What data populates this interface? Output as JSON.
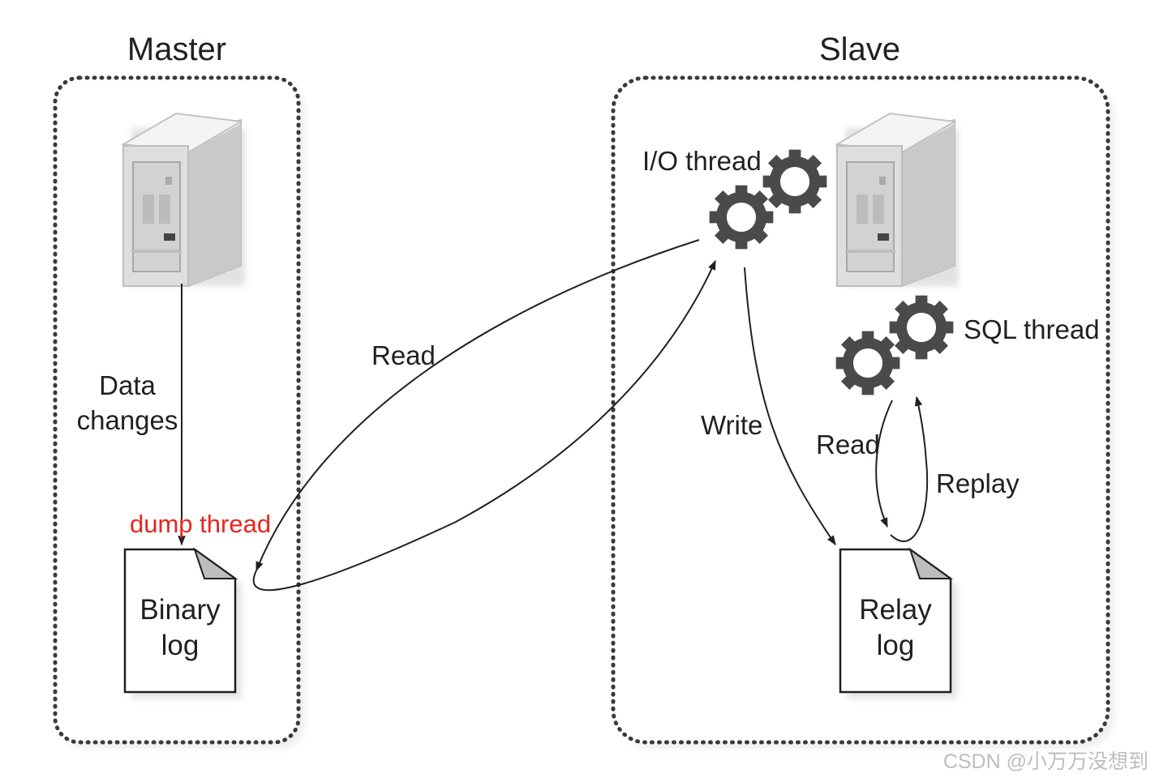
{
  "master": {
    "title": "Master"
  },
  "slave": {
    "title": "Slave"
  },
  "labels": {
    "data_changes": [
      "Data",
      "changes"
    ],
    "dump_thread": "dump thread",
    "read_master": "Read",
    "io_thread": "I/O thread",
    "sql_thread": "SQL thread",
    "write": "Write",
    "read_relay": "Read",
    "replay": "Replay"
  },
  "documents": {
    "binary_log": [
      "Binary",
      "log"
    ],
    "relay_log": [
      "Relay",
      "log"
    ]
  },
  "watermark": "CSDN @小万万没想到",
  "colors": {
    "annotation_red": "#e8251f",
    "gear_gray": "#4a4a4a",
    "server_gray": "#d9d9d9",
    "line": "#231f20"
  }
}
